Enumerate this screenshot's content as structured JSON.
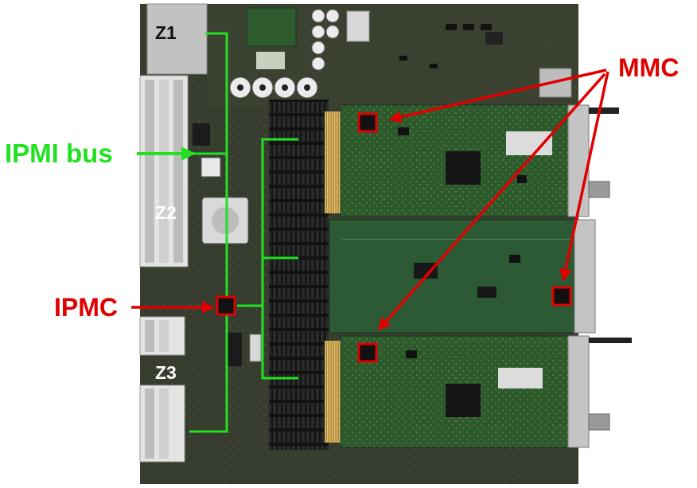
{
  "labels": {
    "z1": "Z1",
    "z2": "Z2",
    "z3": "Z3",
    "ipmi_bus": "IPMI bus",
    "ipmc": "IPMC",
    "mmc": "MMC"
  },
  "colors": {
    "annotation_red": "#e00000",
    "ipmi_green": "#22e022",
    "pcb_green": "#2e5a2e",
    "carrier_dark": "#343a2c"
  }
}
